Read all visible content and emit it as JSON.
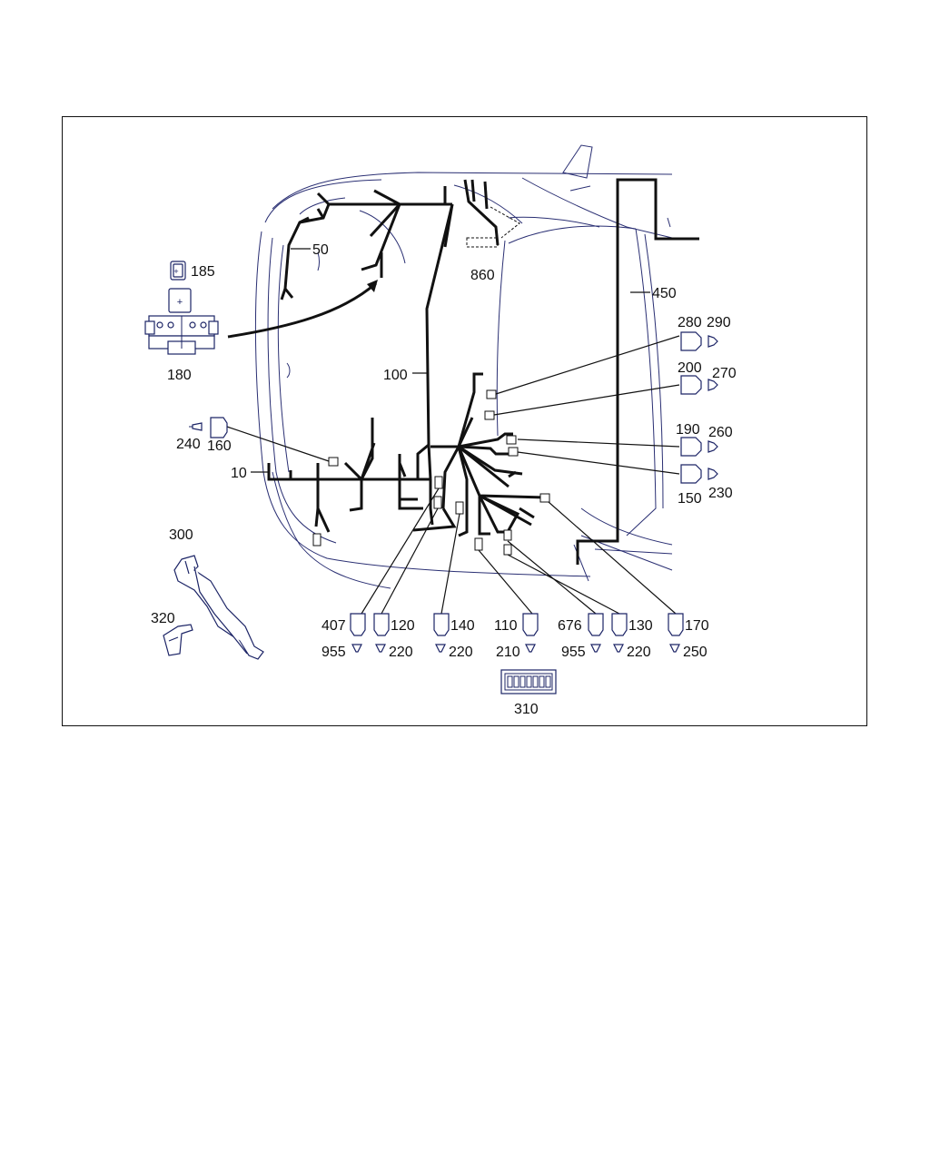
{
  "diagram": {
    "labels": {
      "p10": "10",
      "p50": "50",
      "p100": "100",
      "p110": "110",
      "p120": "120",
      "p130": "130",
      "p140": "140",
      "p150": "150",
      "p160": "160",
      "p170": "170",
      "p180": "180",
      "p185": "185",
      "p190": "190",
      "p200": "200",
      "p210": "210",
      "p220a": "220",
      "p220b": "220",
      "p220c": "220",
      "p230": "230",
      "p240": "240",
      "p250": "250",
      "p260": "260",
      "p270": "270",
      "p280": "280",
      "p290": "290",
      "p300": "300",
      "p310": "310",
      "p320": "320",
      "p407": "407",
      "p450": "450",
      "p676": "676",
      "p860": "860",
      "p955a": "955",
      "p955b": "955"
    },
    "colors": {
      "outline": "#2a2f73",
      "wire": "#111111",
      "part": "#1c2466"
    }
  }
}
